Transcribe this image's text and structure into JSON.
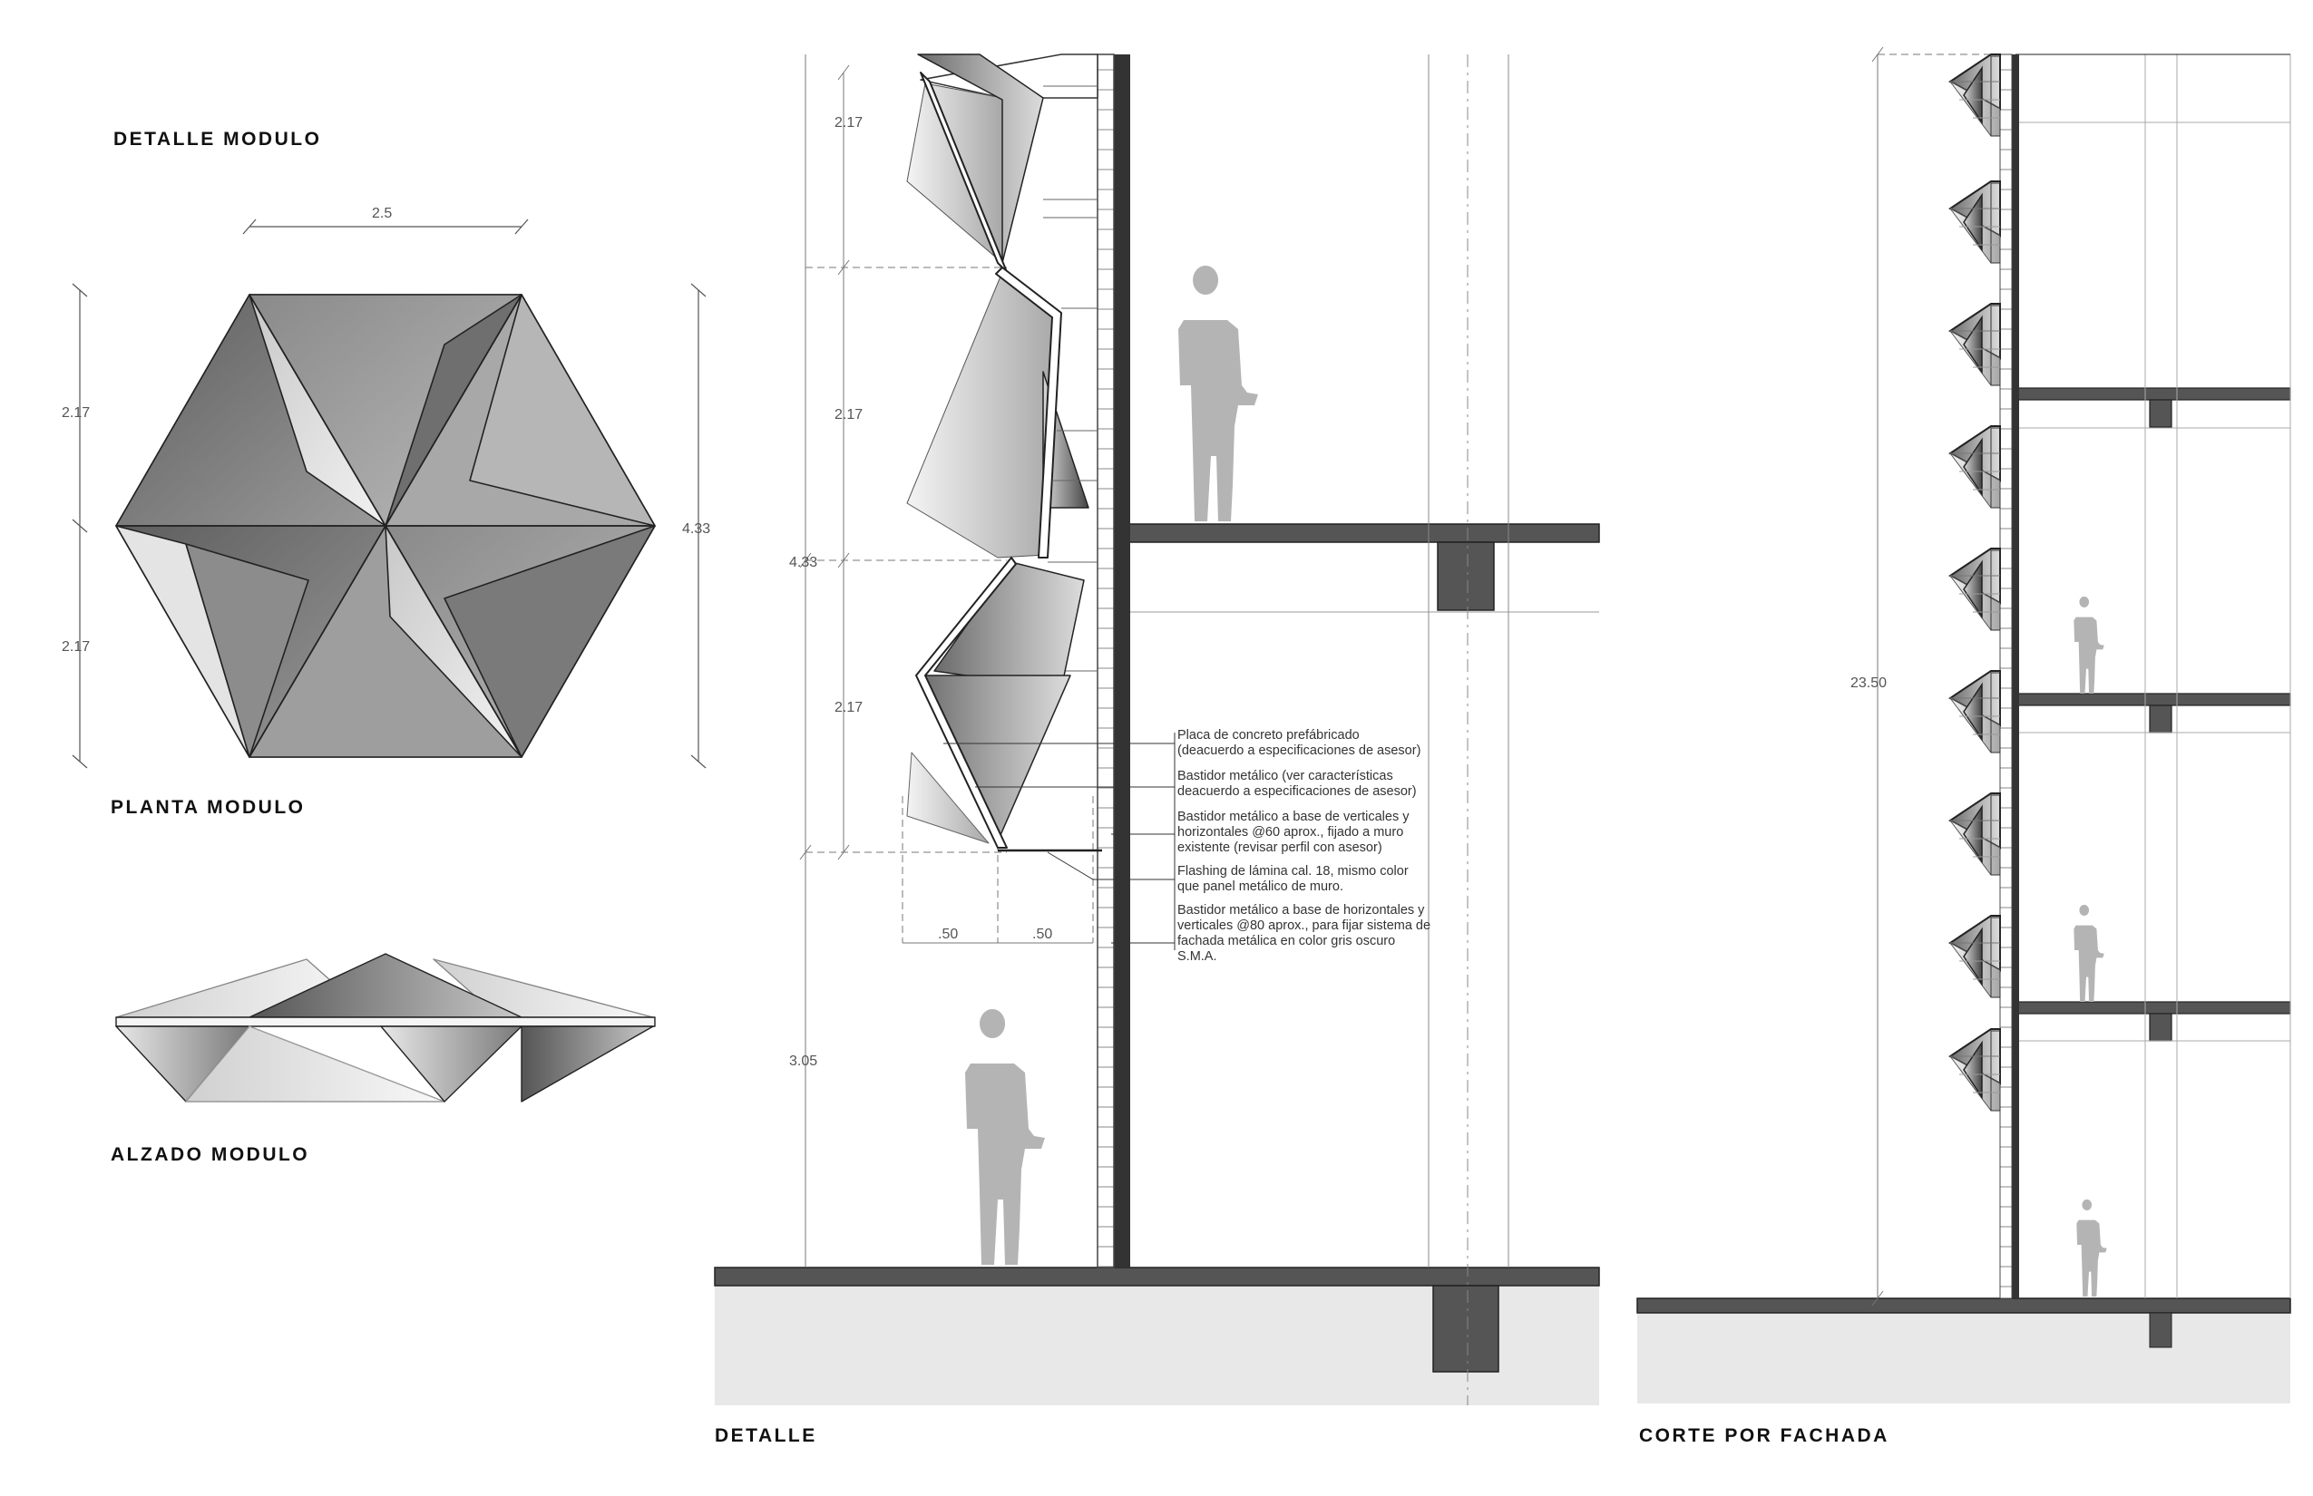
{
  "titles": {
    "detalle_modulo": "DETALLE MODULO",
    "planta_modulo": "PLANTA MODULO",
    "alzado_modulo": "ALZADO MODULO",
    "detalle": "DETALLE",
    "corte_por_fachada": "CORTE POR FACHADA"
  },
  "dimensions": {
    "module_width": "2.5",
    "module_left_top": "2.17",
    "module_left_bottom": "2.17",
    "module_height": "4.33",
    "detail_top": "2.17",
    "detail_mid": "2.17",
    "detail_bottom": "2.17",
    "detail_total": "4.33",
    "detail_floor": "3.05",
    "detail_depth_1": ".50",
    "detail_depth_2": ".50",
    "section_height": "23.50"
  },
  "notes": [
    [
      "Placa de concreto prefábricado",
      "(deacuerdo a especificaciones de asesor)"
    ],
    [
      "Bastidor metálico (ver características",
      "deacuerdo a especificaciones de asesor)"
    ],
    [
      "Bastidor metálico a base de verticales y",
      "horizontales @60 aprox., fijado a muro",
      "existente (revisar perfil con asesor)"
    ],
    [
      "Flashing de lámina cal. 18, mismo color",
      "que panel metálico de muro."
    ],
    [
      "Bastidor metálico a base de horizontales y",
      "verticales @80 aprox., para fijar sistema de",
      "fachada metálica en color gris oscuro",
      "S.M.A."
    ]
  ]
}
